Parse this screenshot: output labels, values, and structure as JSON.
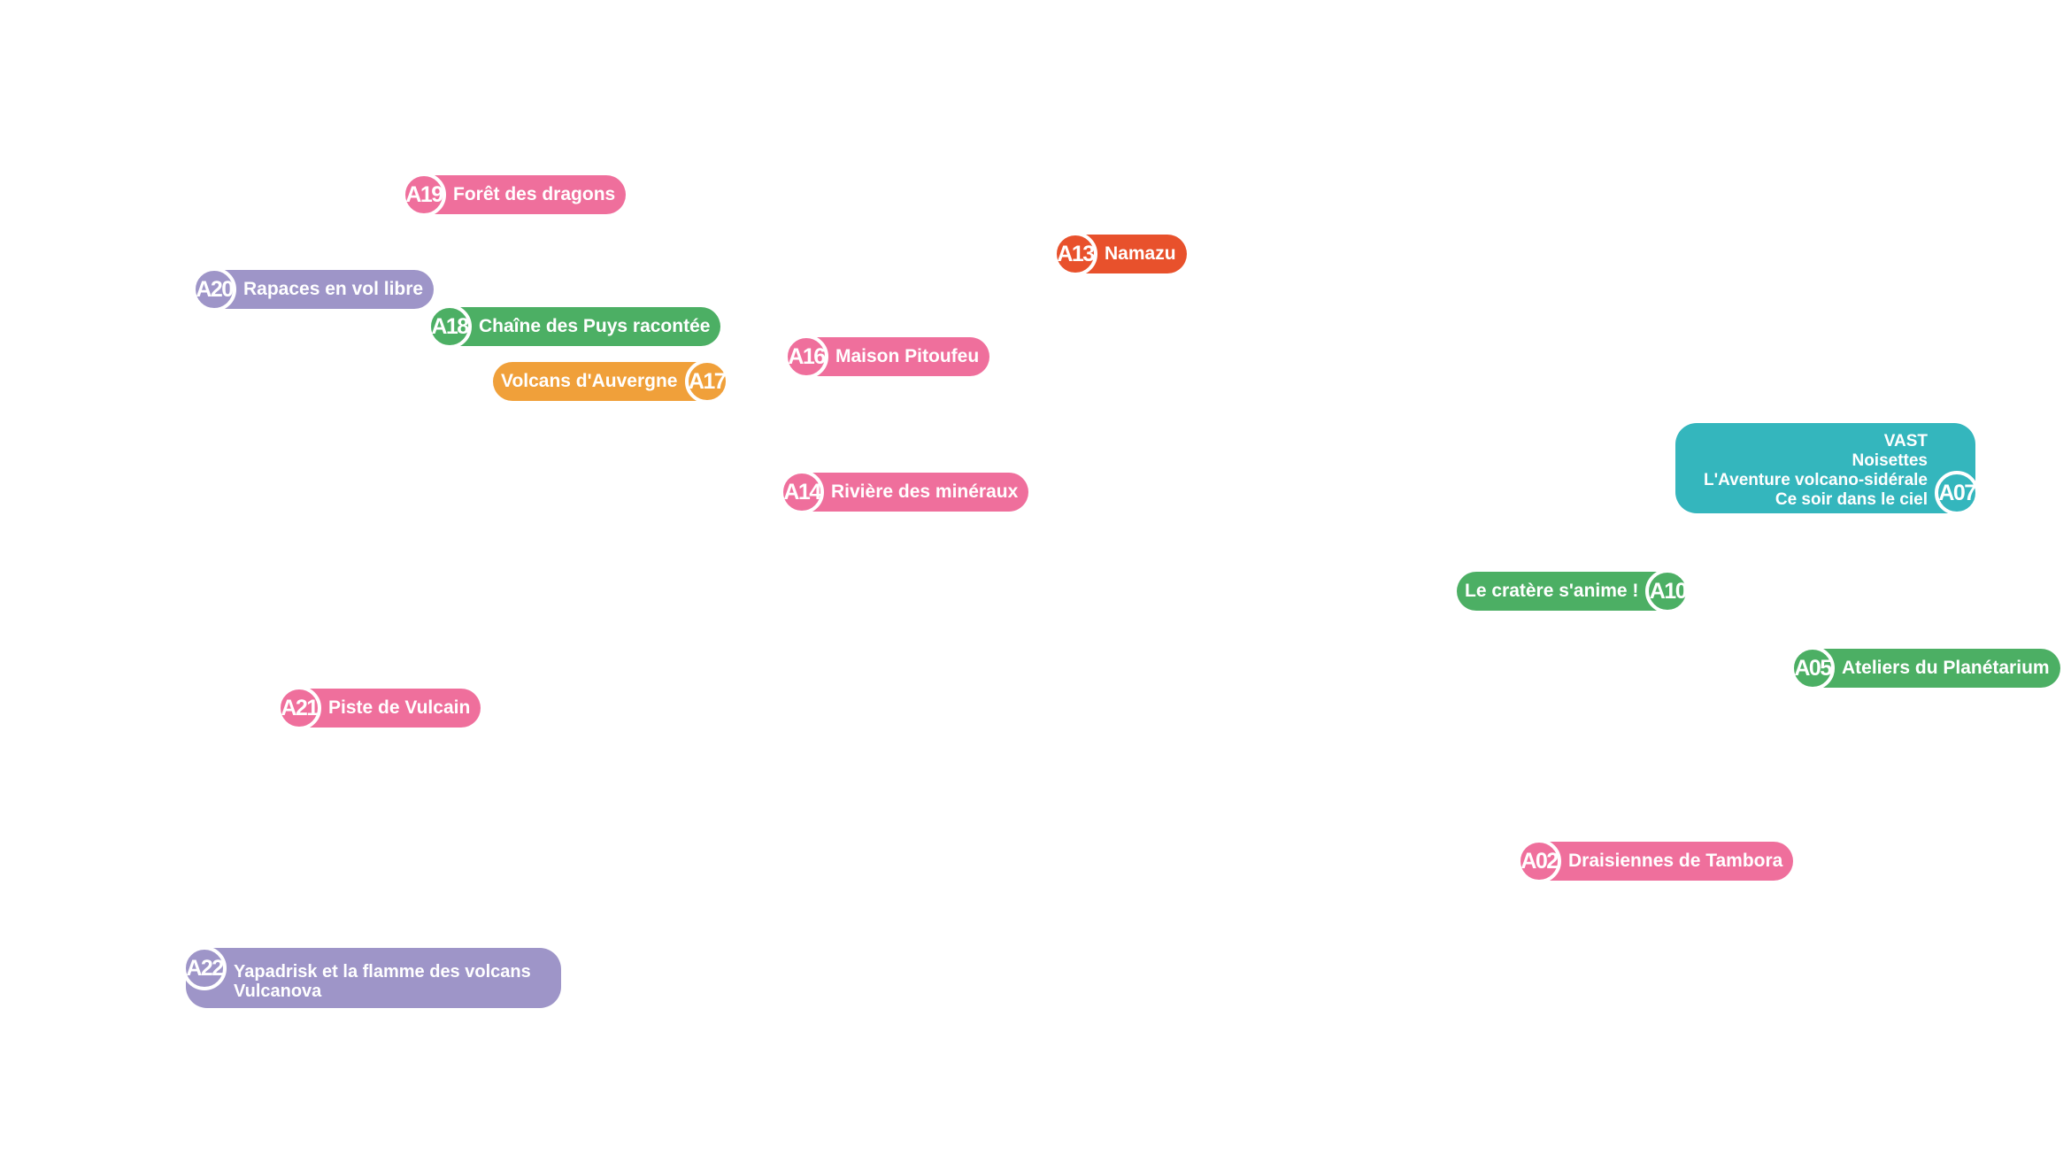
{
  "colors": {
    "pink": "#ef6f9c",
    "purple": "#9e95c8",
    "green": "#4caf64",
    "orange": "#f0a03a",
    "red": "#e8512c",
    "teal": "#34b6bd"
  },
  "pins": {
    "a19": {
      "code": "A19",
      "label": "Forêt des dragons"
    },
    "a13": {
      "code": "A13",
      "label": "Namazu"
    },
    "a20": {
      "code": "A20",
      "label": "Rapaces en vol libre"
    },
    "a18": {
      "code": "A18",
      "label": "Chaîne des Puys racontée"
    },
    "a16": {
      "code": "A16",
      "label": "Maison Pitoufeu"
    },
    "a17": {
      "code": "A17",
      "label": "Volcans d'Auvergne"
    },
    "a07": {
      "code": "A07",
      "lines": [
        "VAST",
        "Noisettes",
        "L'Aventure volcano-sidérale",
        "Ce soir dans le ciel"
      ]
    },
    "a14": {
      "code": "A14",
      "label": "Rivière des minéraux"
    },
    "a10": {
      "code": "A10",
      "label": "Le cratère s'anime !"
    },
    "a05": {
      "code": "A05",
      "label": "Ateliers du Planétarium"
    },
    "a21": {
      "code": "A21",
      "label": "Piste de Vulcain"
    },
    "a02": {
      "code": "A02",
      "label": "Draisiennes de Tambora"
    },
    "a22": {
      "code": "A22",
      "lines": [
        "Yapadrisk et la flamme des volcans",
        "Vulcanova"
      ]
    }
  }
}
